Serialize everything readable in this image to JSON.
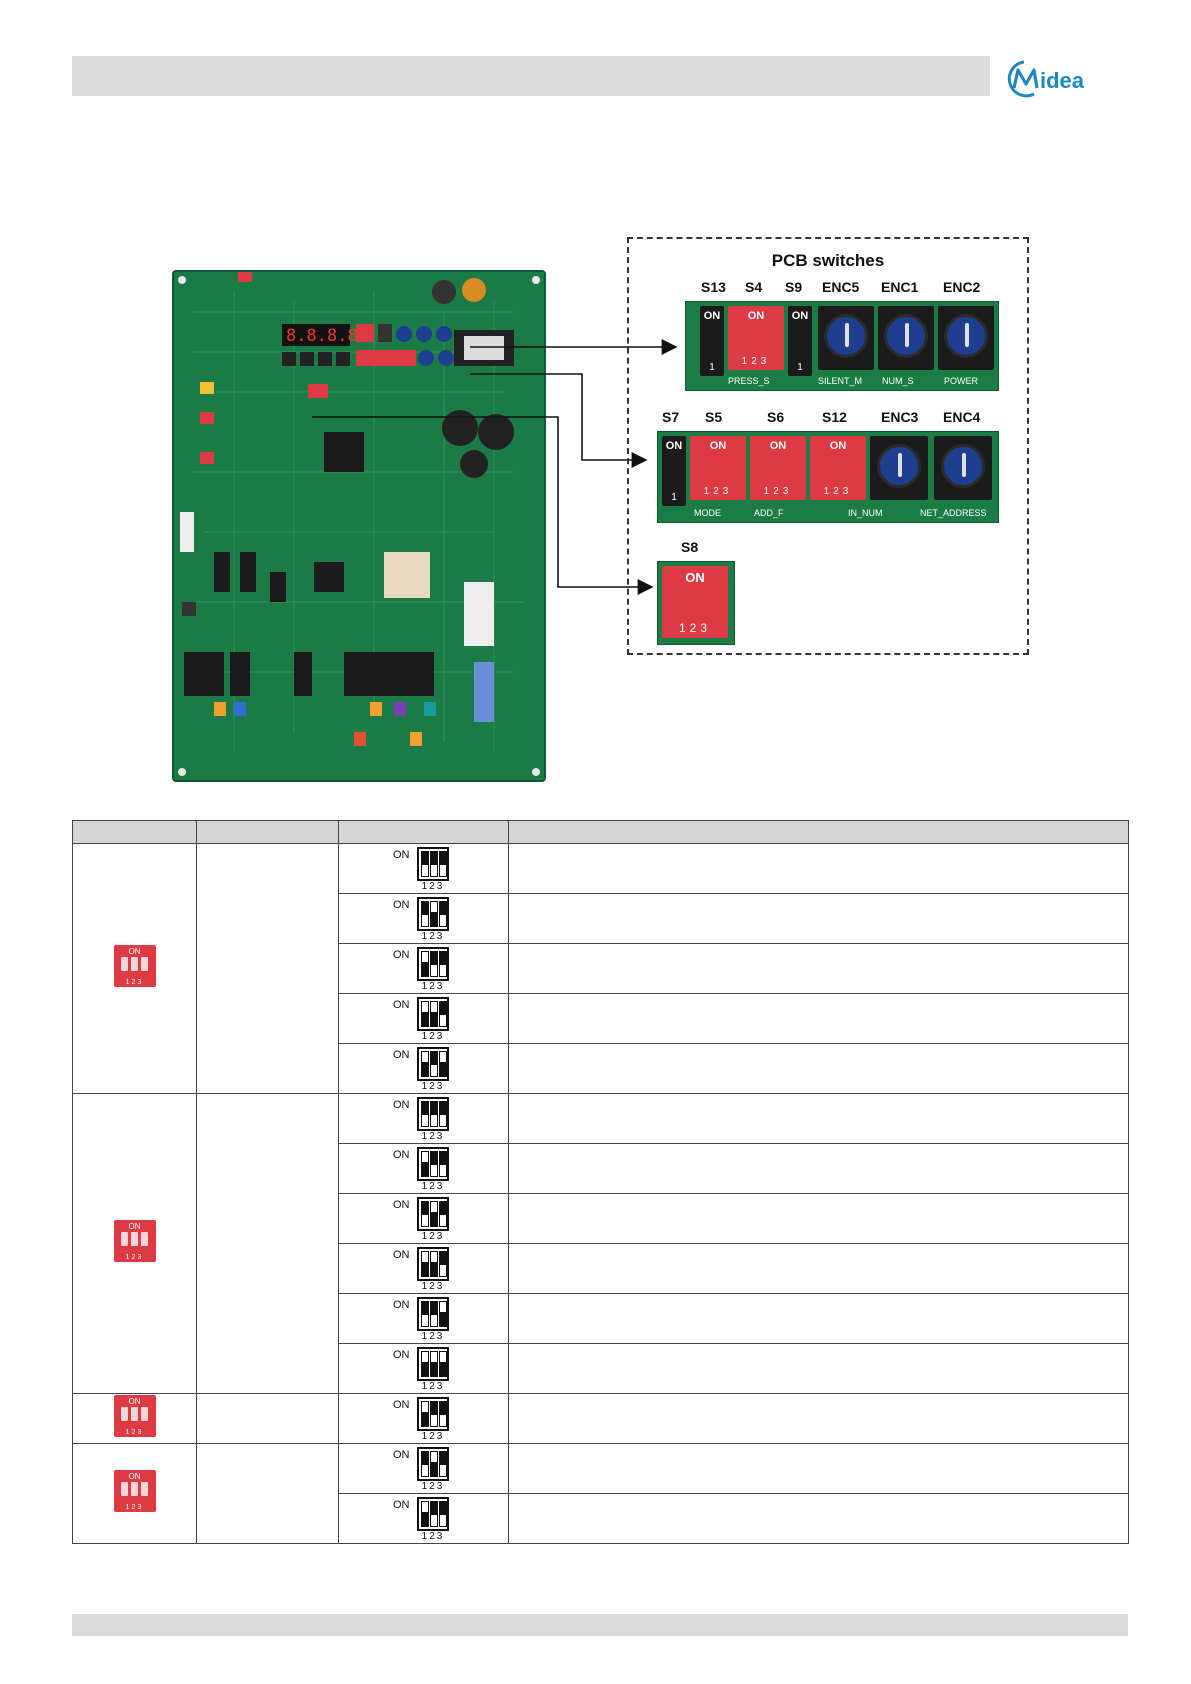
{
  "brand": {
    "logo_text": "Midea",
    "color": "#1e88c7"
  },
  "figure": {
    "title": "PCB switches",
    "row1": {
      "labels": [
        "S13",
        "S4",
        "S9",
        "ENC5",
        "ENC1",
        "ENC2"
      ],
      "silkscreen": [
        "PRESS_S",
        "SILENT_M",
        "NUM_S",
        "POWER"
      ]
    },
    "row2": {
      "labels": [
        "S7",
        "S5",
        "S6",
        "S12",
        "ENC3",
        "ENC4"
      ],
      "silkscreen": [
        "MODE",
        "ADD_F",
        "IN_NUM",
        "NET_ADDRESS"
      ]
    },
    "row3": {
      "labels": [
        "S8"
      ]
    },
    "switch_on_text": "ON",
    "switch_numbers": "123",
    "single_switch_number": "1"
  },
  "table": {
    "headers": [
      "",
      "",
      "",
      ""
    ],
    "on_label": "ON",
    "numbers": "123",
    "groups": [
      {
        "rows": [
          {
            "states": [
              "up",
              "up",
              "up"
            ]
          },
          {
            "states": [
              "up",
              "down",
              "up"
            ]
          },
          {
            "states": [
              "down",
              "up",
              "up"
            ]
          },
          {
            "states": [
              "down",
              "down",
              "up"
            ]
          },
          {
            "states": [
              "down",
              "up",
              "down"
            ]
          }
        ]
      },
      {
        "rows": [
          {
            "states": [
              "up",
              "up",
              "up"
            ]
          },
          {
            "states": [
              "down",
              "up",
              "up"
            ]
          },
          {
            "states": [
              "up",
              "down",
              "up"
            ]
          },
          {
            "states": [
              "down",
              "down",
              "up"
            ]
          },
          {
            "states": [
              "up",
              "up",
              "down"
            ]
          },
          {
            "states": [
              "down",
              "down",
              "down"
            ]
          }
        ]
      },
      {
        "rows": [
          {
            "states": [
              "down",
              "up",
              "up"
            ]
          }
        ]
      },
      {
        "rows": [
          {
            "states": [
              "up",
              "down",
              "up"
            ]
          },
          {
            "states": [
              "down",
              "up",
              "up"
            ]
          }
        ]
      }
    ]
  }
}
